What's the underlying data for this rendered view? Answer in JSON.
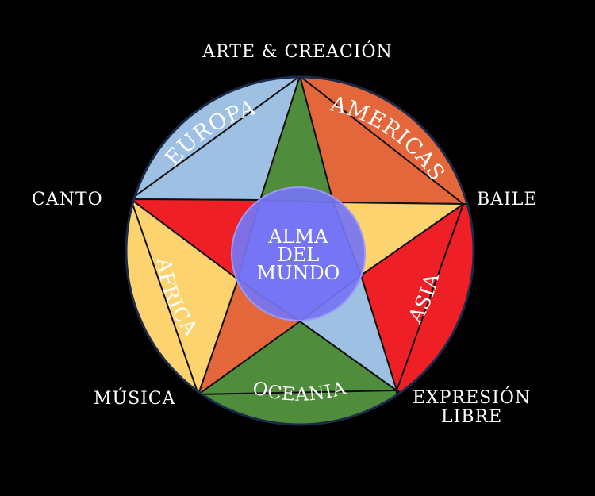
{
  "labels": {
    "top": "ARTE & CREACIÓN",
    "left": "CANTO",
    "right": "BAILE",
    "bottom_left": "MÚSICA",
    "bottom_right_line1": "EXPRESIÓN",
    "bottom_right_line2": "LIBRE"
  },
  "regions": {
    "top_left": "EUROPA",
    "top_right": "AMERICAS",
    "left": "AFRICA",
    "right": "ASIA",
    "bottom": "OCEANIA"
  },
  "center": {
    "line1": "ALMA",
    "line2": "DEL",
    "line3": "MUNDO"
  },
  "colors": {
    "background": "#000000",
    "green": "#4f8c3c",
    "red": "#ee2026",
    "orange": "#e3673a",
    "yellow": "#fcd36e",
    "light_blue": "#9ec1e3",
    "center": "#7575f4",
    "text": "#ffffff"
  }
}
